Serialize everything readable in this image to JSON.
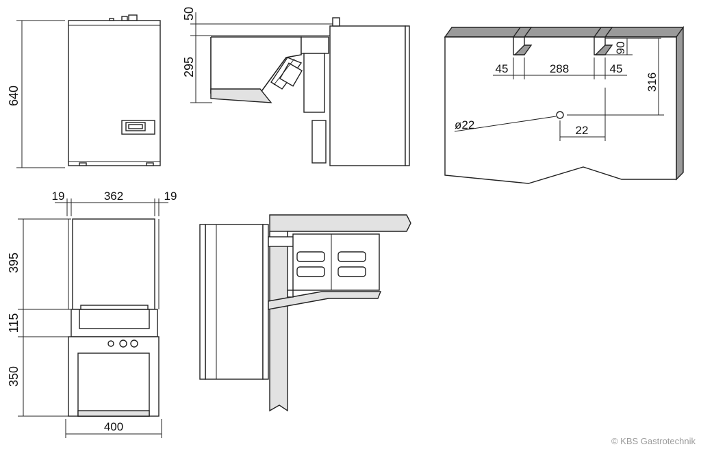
{
  "front_view": {
    "height": "640"
  },
  "side_view": {
    "top": "50",
    "section": "295"
  },
  "cutout": {
    "left": "45",
    "middle": "288",
    "right": "45",
    "depth": "90",
    "hole_height": "316",
    "hole_offset": "22",
    "hole_diameter": "ø22"
  },
  "top_view": {
    "left_margin": "19",
    "width_inner": "362",
    "right_margin": "19",
    "depth_a": "395",
    "depth_b": "115",
    "depth_c": "350",
    "width_total": "400"
  },
  "copyright": "© KBS Gastrotechnik"
}
